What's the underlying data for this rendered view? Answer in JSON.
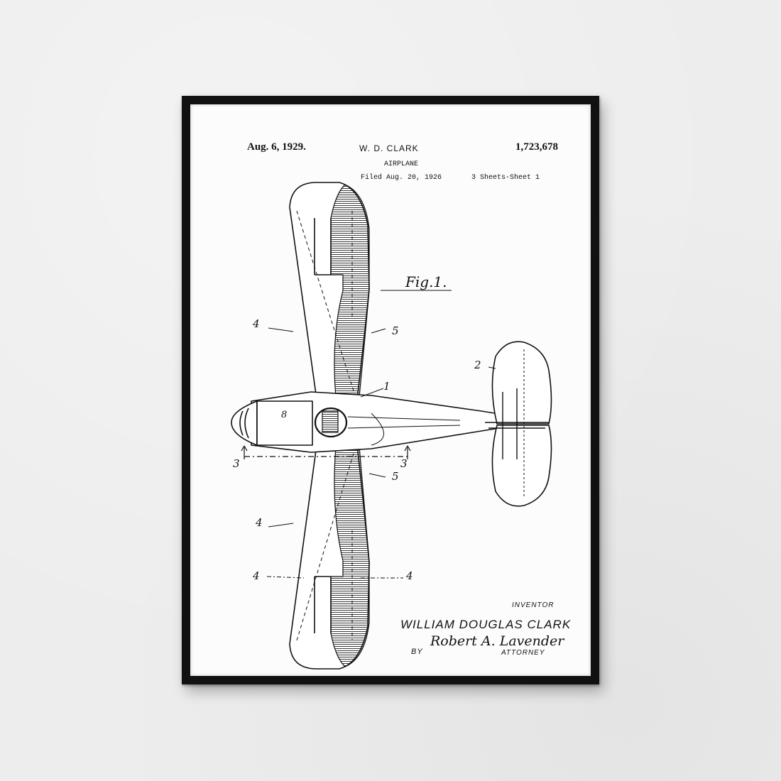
{
  "patent": {
    "date": "Aug. 6, 1929.",
    "inventor_header": "W. D. CLARK",
    "number": "1,723,678",
    "title": "AIRPLANE",
    "filed": "Filed Aug. 20, 1926",
    "sheets": "3 Sheets-Sheet 1",
    "figure_label": "Fig.1.",
    "labels": {
      "wing_top": "4",
      "wing_bottom": "4",
      "wing_tip_left": "4",
      "wing_tip_right": "4",
      "flap_top": "5",
      "flap_bottom": "5",
      "fuselage": "1",
      "tail": "2",
      "section_left": "3",
      "section_right": "3",
      "engine": "8"
    },
    "inventor_label": "INVENTOR",
    "inventor_name": "WILLIAM DOUGLAS CLARK",
    "by": "BY",
    "attorney_signature": "Robert A. Lavender",
    "attorney_label": "ATTORNEY"
  },
  "colors": {
    "wall": "#eeedee",
    "frame": "#111111",
    "paper": "#fcfcfc",
    "ink": "#111111"
  }
}
